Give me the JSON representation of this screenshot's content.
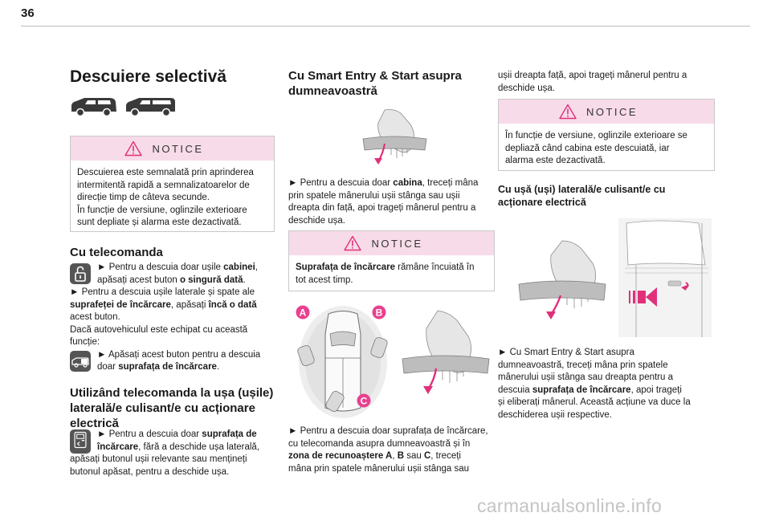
{
  "page_number": "36",
  "col1": {
    "title": "Descuiere selectivă",
    "notice1": {
      "label": "NOTICE",
      "line1": "Descuierea este semnalată prin aprinderea",
      "line2": "intermitentă rapidă a semnalizatoarelor de",
      "line3": "direcție timp de câteva secunde.",
      "line4": "În funcție de versiune, oglinzile exterioare",
      "line5": "sunt depliate și alarma este dezactivată."
    },
    "remote_heading": "Cu telecomanda",
    "remote": {
      "l1a": "► Pentru a descuia doar ușile ",
      "l1b": "cabinei",
      "l1c": ",",
      "l2a": "apăsați acest buton ",
      "l2b": "o singură dată",
      "l2c": ".",
      "l3": "► Pentru a descuia ușile laterale și spate ale",
      "l4a": "suprafeței de încărcare",
      "l4b": ", apăsați ",
      "l4c": "încă o dată",
      "l5": "acest buton.",
      "l6": "Dacă autovehiculul este echipat cu această",
      "l7": "funcție:",
      "l8": "► Apăsați acest buton pentru a descuia",
      "l9a": "doar ",
      "l9b": "suprafața de încărcare",
      "l9c": "."
    },
    "electric_heading_l1": "Utilizând telecomanda la ușa (ușile)",
    "electric_heading_l2": "laterală/e culisant/e cu acționare",
    "electric_heading_l3": "electrică",
    "electric": {
      "l1a": "► Pentru a descuia doar ",
      "l1b": "suprafața de",
      "l2a": "încărcare",
      "l2b": ", fără a deschide ușa laterală,",
      "l3": "apăsați butonul ușii relevante sau mențineți",
      "l4": "butonul apăsat, pentru a deschide ușa."
    }
  },
  "col2": {
    "heading_l1": "Cu Smart Entry & Start asupra",
    "heading_l2": "dumneavoastră",
    "p1": {
      "l1a": "► Pentru a descuia doar ",
      "l1b": "cabina",
      "l1c": ", treceți mâna",
      "l2": "prin spatele mânerului ușii stânga sau ușii",
      "l3": "dreapta din față, apoi trageți mânerul pentru a",
      "l4": "deschide ușa."
    },
    "notice2": {
      "label": "NOTICE",
      "l1a": "Suprafața de încărcare",
      "l1b": " rămâne încuiată în",
      "l2": "tot acest timp."
    },
    "zone_labels": [
      "A",
      "B",
      "C"
    ],
    "p2": {
      "l1": "► Pentru a descuia doar suprafața de încărcare,",
      "l2": "cu telecomanda asupra dumneavoastră și în",
      "l3a": "zona de recunoaștere A",
      "l3b": ", ",
      "l3c": "B",
      "l3d": " sau ",
      "l3e": "C",
      "l3f": ", treceți",
      "l4": "mâna prin spatele mânerului ușii stânga sau"
    }
  },
  "col3": {
    "p1_l1": "ușii dreapta față, apoi trageți mânerul pentru a",
    "p1_l2": "deschide ușa.",
    "notice3": {
      "label": "NOTICE",
      "l1": "În funcție de versiune, oglinzile exterioare se",
      "l2": "depliază când cabina este descuiată, iar",
      "l3": "alarma este dezactivată."
    },
    "heading_l1": "Cu ușă (uși) laterală/e culisant/e cu",
    "heading_l2": "acționare electrică",
    "p2": {
      "l1": "► Cu Smart Entry & Start asupra",
      "l2": "dumneavoastră, treceți mâna prin spatele",
      "l3": "mânerului ușii stânga sau dreapta pentru a",
      "l4a": "descuia ",
      "l4b": "suprafața de încărcare",
      "l4c": ", apoi trageți",
      "l5": "și eliberați mânerul. Această acțiune va duce la",
      "l6": "deschiderea ușii respective."
    }
  },
  "watermark": "carmanualsonline.info",
  "colors": {
    "notice_bg": "#f7dbe8",
    "accent": "#e0307a",
    "zone_pink": "#e8418f"
  }
}
